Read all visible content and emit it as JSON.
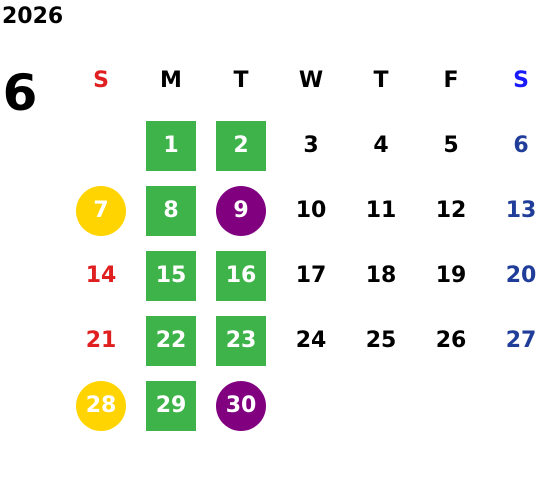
{
  "year": "2026",
  "month": "6",
  "colors": {
    "sunday": "#e02020",
    "saturday": "#1f3d99",
    "header_saturday": "#1a1aff",
    "weekday": "#000000",
    "square": "#3db34a",
    "circle_yellow": "#ffd400",
    "circle_purple": "#800080"
  },
  "weekdays": [
    {
      "label": "S",
      "kind": "sunday"
    },
    {
      "label": "M",
      "kind": "weekday"
    },
    {
      "label": "T",
      "kind": "weekday"
    },
    {
      "label": "W",
      "kind": "weekday"
    },
    {
      "label": "T",
      "kind": "weekday"
    },
    {
      "label": "F",
      "kind": "weekday"
    },
    {
      "label": "S",
      "kind": "saturday"
    }
  ],
  "weeks": [
    [
      null,
      {
        "day": "1",
        "mark": "square"
      },
      {
        "day": "2",
        "mark": "square"
      },
      {
        "day": "3"
      },
      {
        "day": "4"
      },
      {
        "day": "5"
      },
      {
        "day": "6"
      }
    ],
    [
      {
        "day": "7",
        "mark": "circle_yellow"
      },
      {
        "day": "8",
        "mark": "square"
      },
      {
        "day": "9",
        "mark": "circle_purple"
      },
      {
        "day": "10"
      },
      {
        "day": "11"
      },
      {
        "day": "12"
      },
      {
        "day": "13"
      }
    ],
    [
      {
        "day": "14"
      },
      {
        "day": "15",
        "mark": "square"
      },
      {
        "day": "16",
        "mark": "square"
      },
      {
        "day": "17"
      },
      {
        "day": "18"
      },
      {
        "day": "19"
      },
      {
        "day": "20"
      }
    ],
    [
      {
        "day": "21"
      },
      {
        "day": "22",
        "mark": "square"
      },
      {
        "day": "23",
        "mark": "square"
      },
      {
        "day": "24"
      },
      {
        "day": "25"
      },
      {
        "day": "26"
      },
      {
        "day": "27"
      }
    ],
    [
      {
        "day": "28",
        "mark": "circle_yellow"
      },
      {
        "day": "29",
        "mark": "square"
      },
      {
        "day": "30",
        "mark": "circle_purple"
      },
      null,
      null,
      null,
      null
    ]
  ]
}
